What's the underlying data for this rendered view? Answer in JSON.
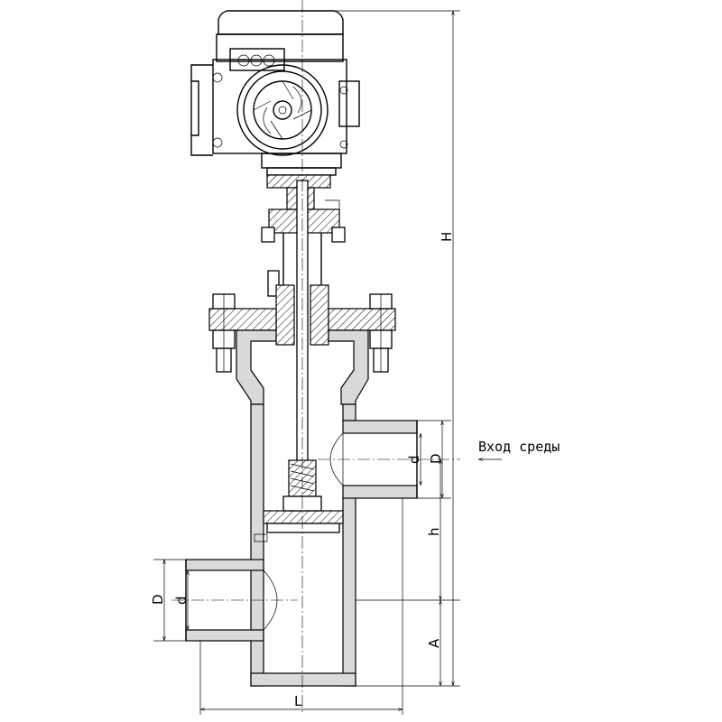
{
  "labels": {
    "inlet": "Вход среды",
    "dim_H": "H",
    "dim_h": "h",
    "dim_A": "A",
    "dim_L": "L",
    "dim_D_inlet": "D",
    "dim_d_inlet": "d",
    "dim_D_outlet": "D",
    "dim_d_outlet": "d"
  }
}
